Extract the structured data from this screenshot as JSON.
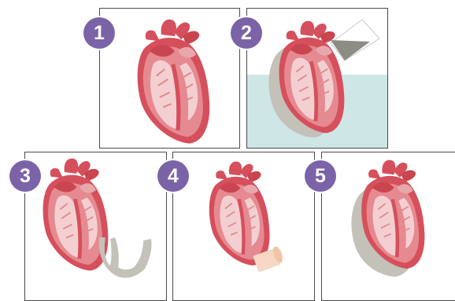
{
  "colors": {
    "badge": "#7b63a8",
    "heart_red": "#d5505c",
    "heart_pink": "#e8a8ab",
    "heart_inner": "#f3cfd1",
    "tissue_gray": "#c3c1b8",
    "water_blue": "#cfe6e6"
  },
  "steps": [
    {
      "label": "1",
      "icon": "heart-icon"
    },
    {
      "label": "2",
      "icon": "heart-in-solution-with-knife-icon"
    },
    {
      "label": "3",
      "icon": "heart-with-removed-tissue-icon"
    },
    {
      "label": "4",
      "icon": "heart-with-injection-tube-icon"
    },
    {
      "label": "5",
      "icon": "heart-with-new-tissue-icon"
    }
  ]
}
